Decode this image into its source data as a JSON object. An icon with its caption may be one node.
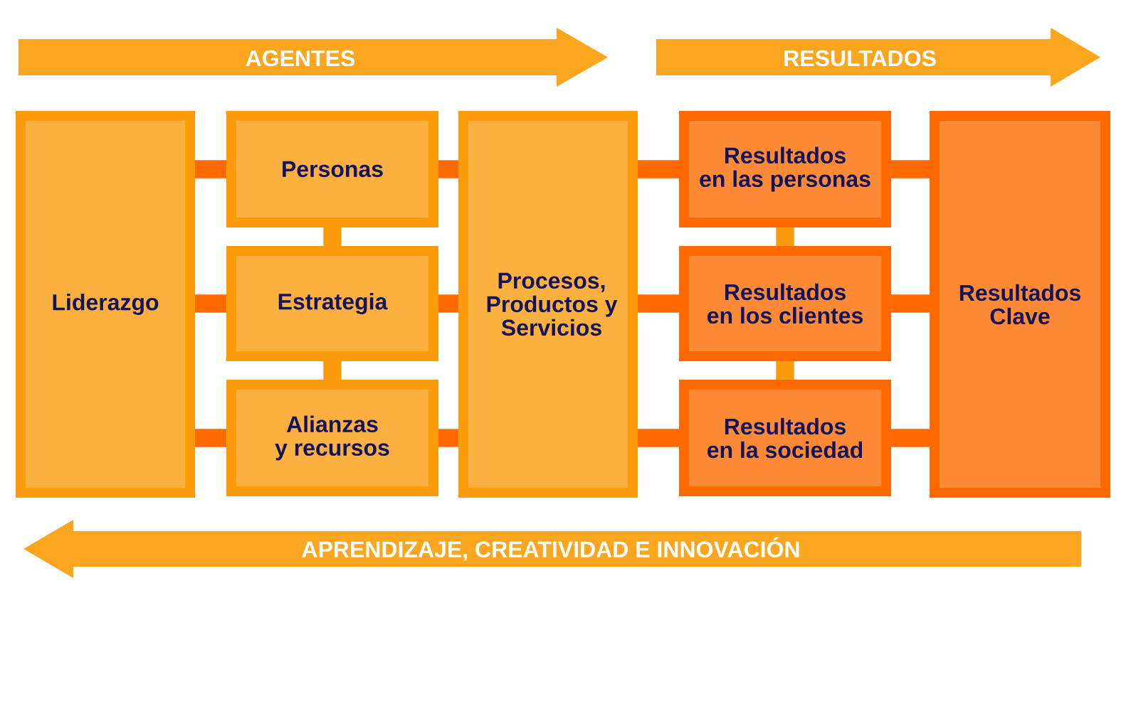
{
  "diagram": {
    "nodes": [
      {
        "text": [
          "AGENTES"
        ]
      },
      {
        "text": [
          "RESULTADOS"
        ]
      },
      {
        "text": [
          "Liderazgo"
        ]
      },
      {
        "text": [
          "Personas"
        ]
      },
      {
        "text": [
          "Estrategia"
        ]
      },
      {
        "text": [
          "Alianzas y recursos"
        ]
      },
      {
        "text": [
          "Procesos, Productos y Servicios"
        ]
      },
      {
        "text": [
          "Resultados en las personas"
        ]
      },
      {
        "text": [
          "Resultados en los clientes"
        ]
      },
      {
        "text": [
          "Resultados en la sociedad"
        ]
      },
      {
        "text": [
          "Resultados Clave"
        ]
      },
      {
        "text": [
          "APRENDIZAJE, CREATIVIDAD E INNOVACIÓN"
        ]
      }
    ],
    "edges": [
      {
        "from": 2,
        "to": 3,
        "arrow": "none"
      },
      {
        "from": 2,
        "to": 4,
        "arrow": "none"
      },
      {
        "from": 2,
        "to": 5,
        "arrow": "none"
      },
      {
        "from": 3,
        "to": 6,
        "arrow": "none"
      },
      {
        "from": 4,
        "to": 6,
        "arrow": "none"
      },
      {
        "from": 5,
        "to": 6,
        "arrow": "none"
      },
      {
        "from": 6,
        "to": 7,
        "arrow": "none"
      },
      {
        "from": 6,
        "to": 8,
        "arrow": "none"
      },
      {
        "from": 6,
        "to": 9,
        "arrow": "none"
      },
      {
        "from": 7,
        "to": 10,
        "arrow": "none"
      },
      {
        "from": 8,
        "to": 10,
        "arrow": "none"
      },
      {
        "from": 9,
        "to": 10,
        "arrow": "none"
      },
      {
        "from": 3,
        "to": 4,
        "arrow": "none",
        "color": "#fc9c0c"
      },
      {
        "from": 4,
        "to": 5,
        "arrow": "none",
        "color": "#fc9c0c"
      },
      {
        "from": 7,
        "to": 8,
        "arrow": "none",
        "color": "#fc9c0c"
      },
      {
        "from": 8,
        "to": 9,
        "arrow": "none",
        "color": "#fc9c0c"
      }
    ]
  }
}
